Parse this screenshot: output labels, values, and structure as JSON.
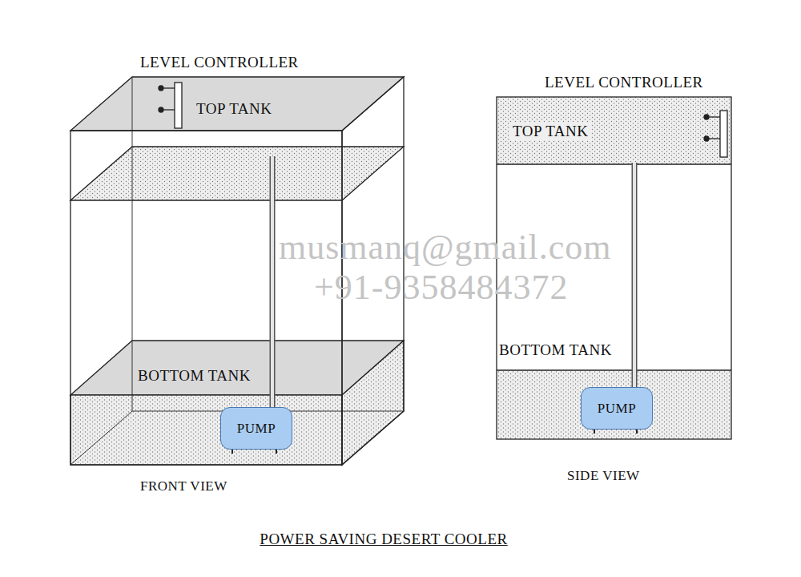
{
  "diagram": {
    "title": "POWER SAVING DESERT COOLER",
    "nodes": [
      {
        "text": [
          "FRONT VIEW"
        ]
      },
      {
        "text": [
          "TOP TANK"
        ],
        "in": 0
      },
      {
        "text": [
          "BOTTOM TANK"
        ],
        "in": 0
      },
      {
        "text": [
          "PUMP"
        ],
        "in": 2
      },
      {
        "text": [
          "SIDE VIEW"
        ]
      },
      {
        "text": [
          "TOP TANK"
        ],
        "in": 4
      },
      {
        "text": [
          "BOTTOM TANK"
        ],
        "in": 4
      },
      {
        "text": [
          "PUMP"
        ],
        "in": 6
      }
    ],
    "edges": [
      {
        "from": 3,
        "to": 1,
        "arrow": "none"
      },
      {
        "from": 7,
        "to": 5,
        "arrow": "none"
      }
    ],
    "labels": [
      "LEVEL CONTROLLER",
      "LEVEL CONTROLLER",
      "musmanq@gmail.com",
      "+91-9358484372"
    ]
  }
}
